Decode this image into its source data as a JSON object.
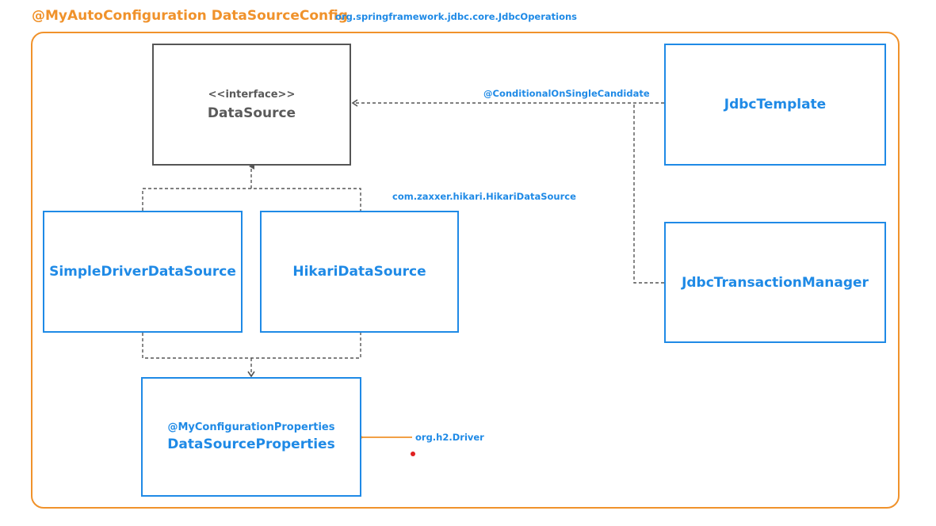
{
  "header": {
    "title": "@MyAutoConfiguration DataSourceConfig",
    "subtitle": "org.springframework.jdbc.core.JdbcOperations"
  },
  "boxes": {
    "datasource": {
      "stereotype": "<<interface>>",
      "name": "DataSource"
    },
    "simple_driver": {
      "name": "SimpleDriverDataSource"
    },
    "hikari": {
      "name": "HikariDataSource"
    },
    "properties": {
      "annotation": "@MyConfigurationProperties",
      "name": "DataSourceProperties"
    },
    "jdbc_template": {
      "name": "JdbcTemplate"
    },
    "tx_manager": {
      "name": "JdbcTransactionManager"
    }
  },
  "labels": {
    "conditional": "@ConditionalOnSingleCandidate",
    "hikari_class": "com.zaxxer.hikari.HikariDataSource",
    "h2_driver": "org.h2.Driver"
  },
  "colors": {
    "accent_orange": "#f0922b",
    "accent_blue": "#1f8ae6",
    "interface_gray": "#555555",
    "dot_red": "#e02020"
  }
}
